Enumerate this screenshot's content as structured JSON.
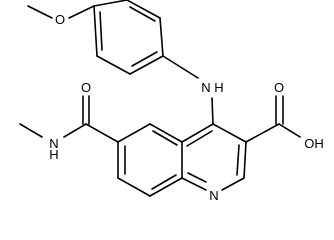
{
  "atoms": {
    "o_methoxy": "O",
    "n_amine": "N",
    "h_amine": "H",
    "o_amide": "O",
    "n_amide": "N",
    "h_amide": "H",
    "o_acid_carbonyl": "O",
    "oh_acid": "OH",
    "n_ring": "N"
  },
  "colors": {
    "bond": "#000000",
    "background": "#ffffff"
  }
}
